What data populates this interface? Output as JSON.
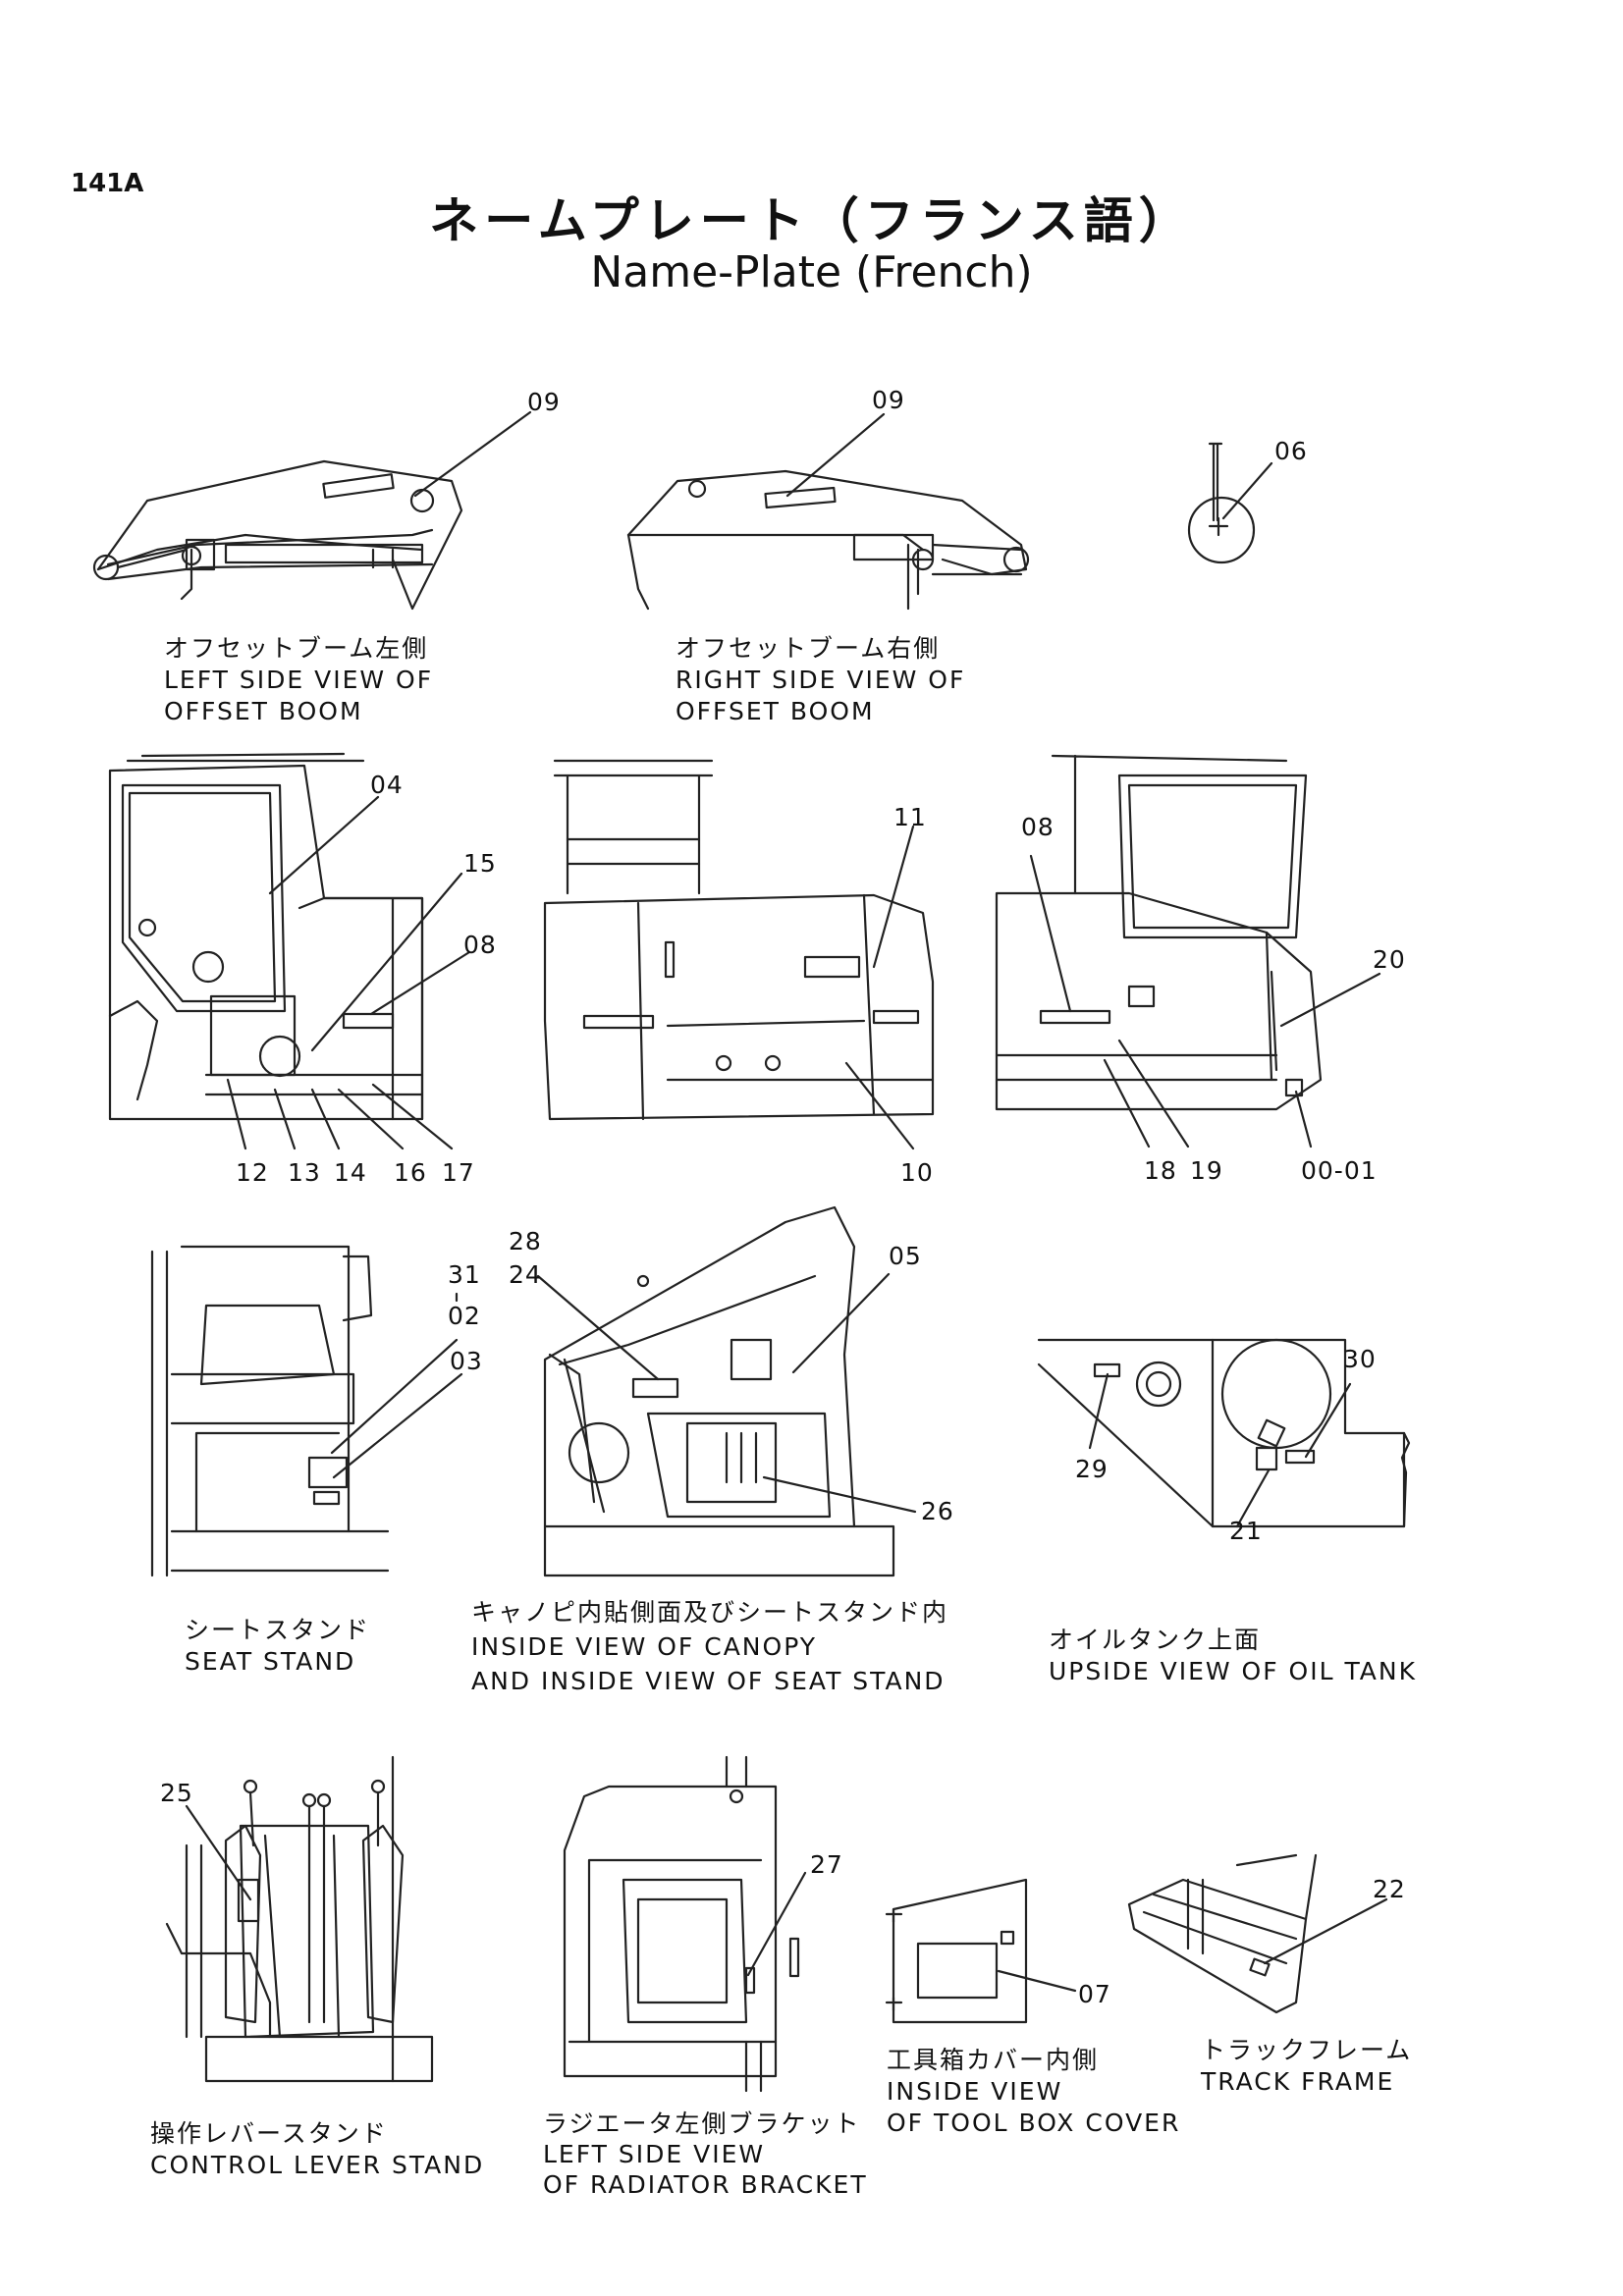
{
  "page_number": "141A",
  "title_jp": "ネームプレート（フランス語）",
  "title_en": "Name-Plate (French)",
  "views": [
    {
      "id": "left-offset-boom",
      "jp": "オフセットブーム左側",
      "en": [
        "LEFT SIDE VIEW OF",
        "OFFSET BOOM"
      ],
      "callouts": [
        "09"
      ]
    },
    {
      "id": "right-offset-boom",
      "jp": "オフセットブーム右側",
      "en": [
        "RIGHT SIDE VIEW OF",
        "OFFSET BOOM"
      ],
      "callouts": [
        "09"
      ]
    },
    {
      "id": "knob",
      "callouts": [
        "06"
      ]
    },
    {
      "id": "left-cab",
      "callouts": [
        "04",
        "15",
        "08",
        "12",
        "13",
        "14",
        "16",
        "17"
      ]
    },
    {
      "id": "rear-body",
      "callouts": [
        "11",
        "10"
      ]
    },
    {
      "id": "right-cab",
      "callouts": [
        "08",
        "20",
        "18",
        "19",
        "00-01"
      ]
    },
    {
      "id": "seat-stand",
      "jp": "シートスタンド",
      "en": [
        "SEAT STAND"
      ],
      "callouts": [
        "31",
        "02",
        "03"
      ]
    },
    {
      "id": "canopy",
      "jp": "キャノピ内貼側面及びシートスタンド内",
      "en": [
        "INSIDE VIEW OF CANOPY",
        "AND INSIDE VIEW OF SEAT STAND"
      ],
      "callouts": [
        "28",
        "24",
        "05",
        "26"
      ]
    },
    {
      "id": "oil-tank",
      "jp": "オイルタンク上面",
      "en": [
        "UPSIDE VIEW OF OIL TANK"
      ],
      "callouts": [
        "30",
        "29",
        "21"
      ]
    },
    {
      "id": "control-lever",
      "jp": "操作レバースタンド",
      "en": [
        "CONTROL LEVER STAND"
      ],
      "callouts": [
        "25"
      ]
    },
    {
      "id": "radiator",
      "jp": "ラジエータ左側ブラケット",
      "en": [
        "LEFT SIDE VIEW",
        "OF RADIATOR BRACKET"
      ],
      "callouts": [
        "27"
      ]
    },
    {
      "id": "tool-box",
      "jp": "工具箱カバー内側",
      "en": [
        "INSIDE VIEW",
        "OF TOOL BOX COVER"
      ],
      "callouts": [
        "07"
      ]
    },
    {
      "id": "track-frame",
      "jp": "トラックフレーム",
      "en": [
        "TRACK FRAME"
      ],
      "callouts": [
        "22"
      ]
    }
  ]
}
